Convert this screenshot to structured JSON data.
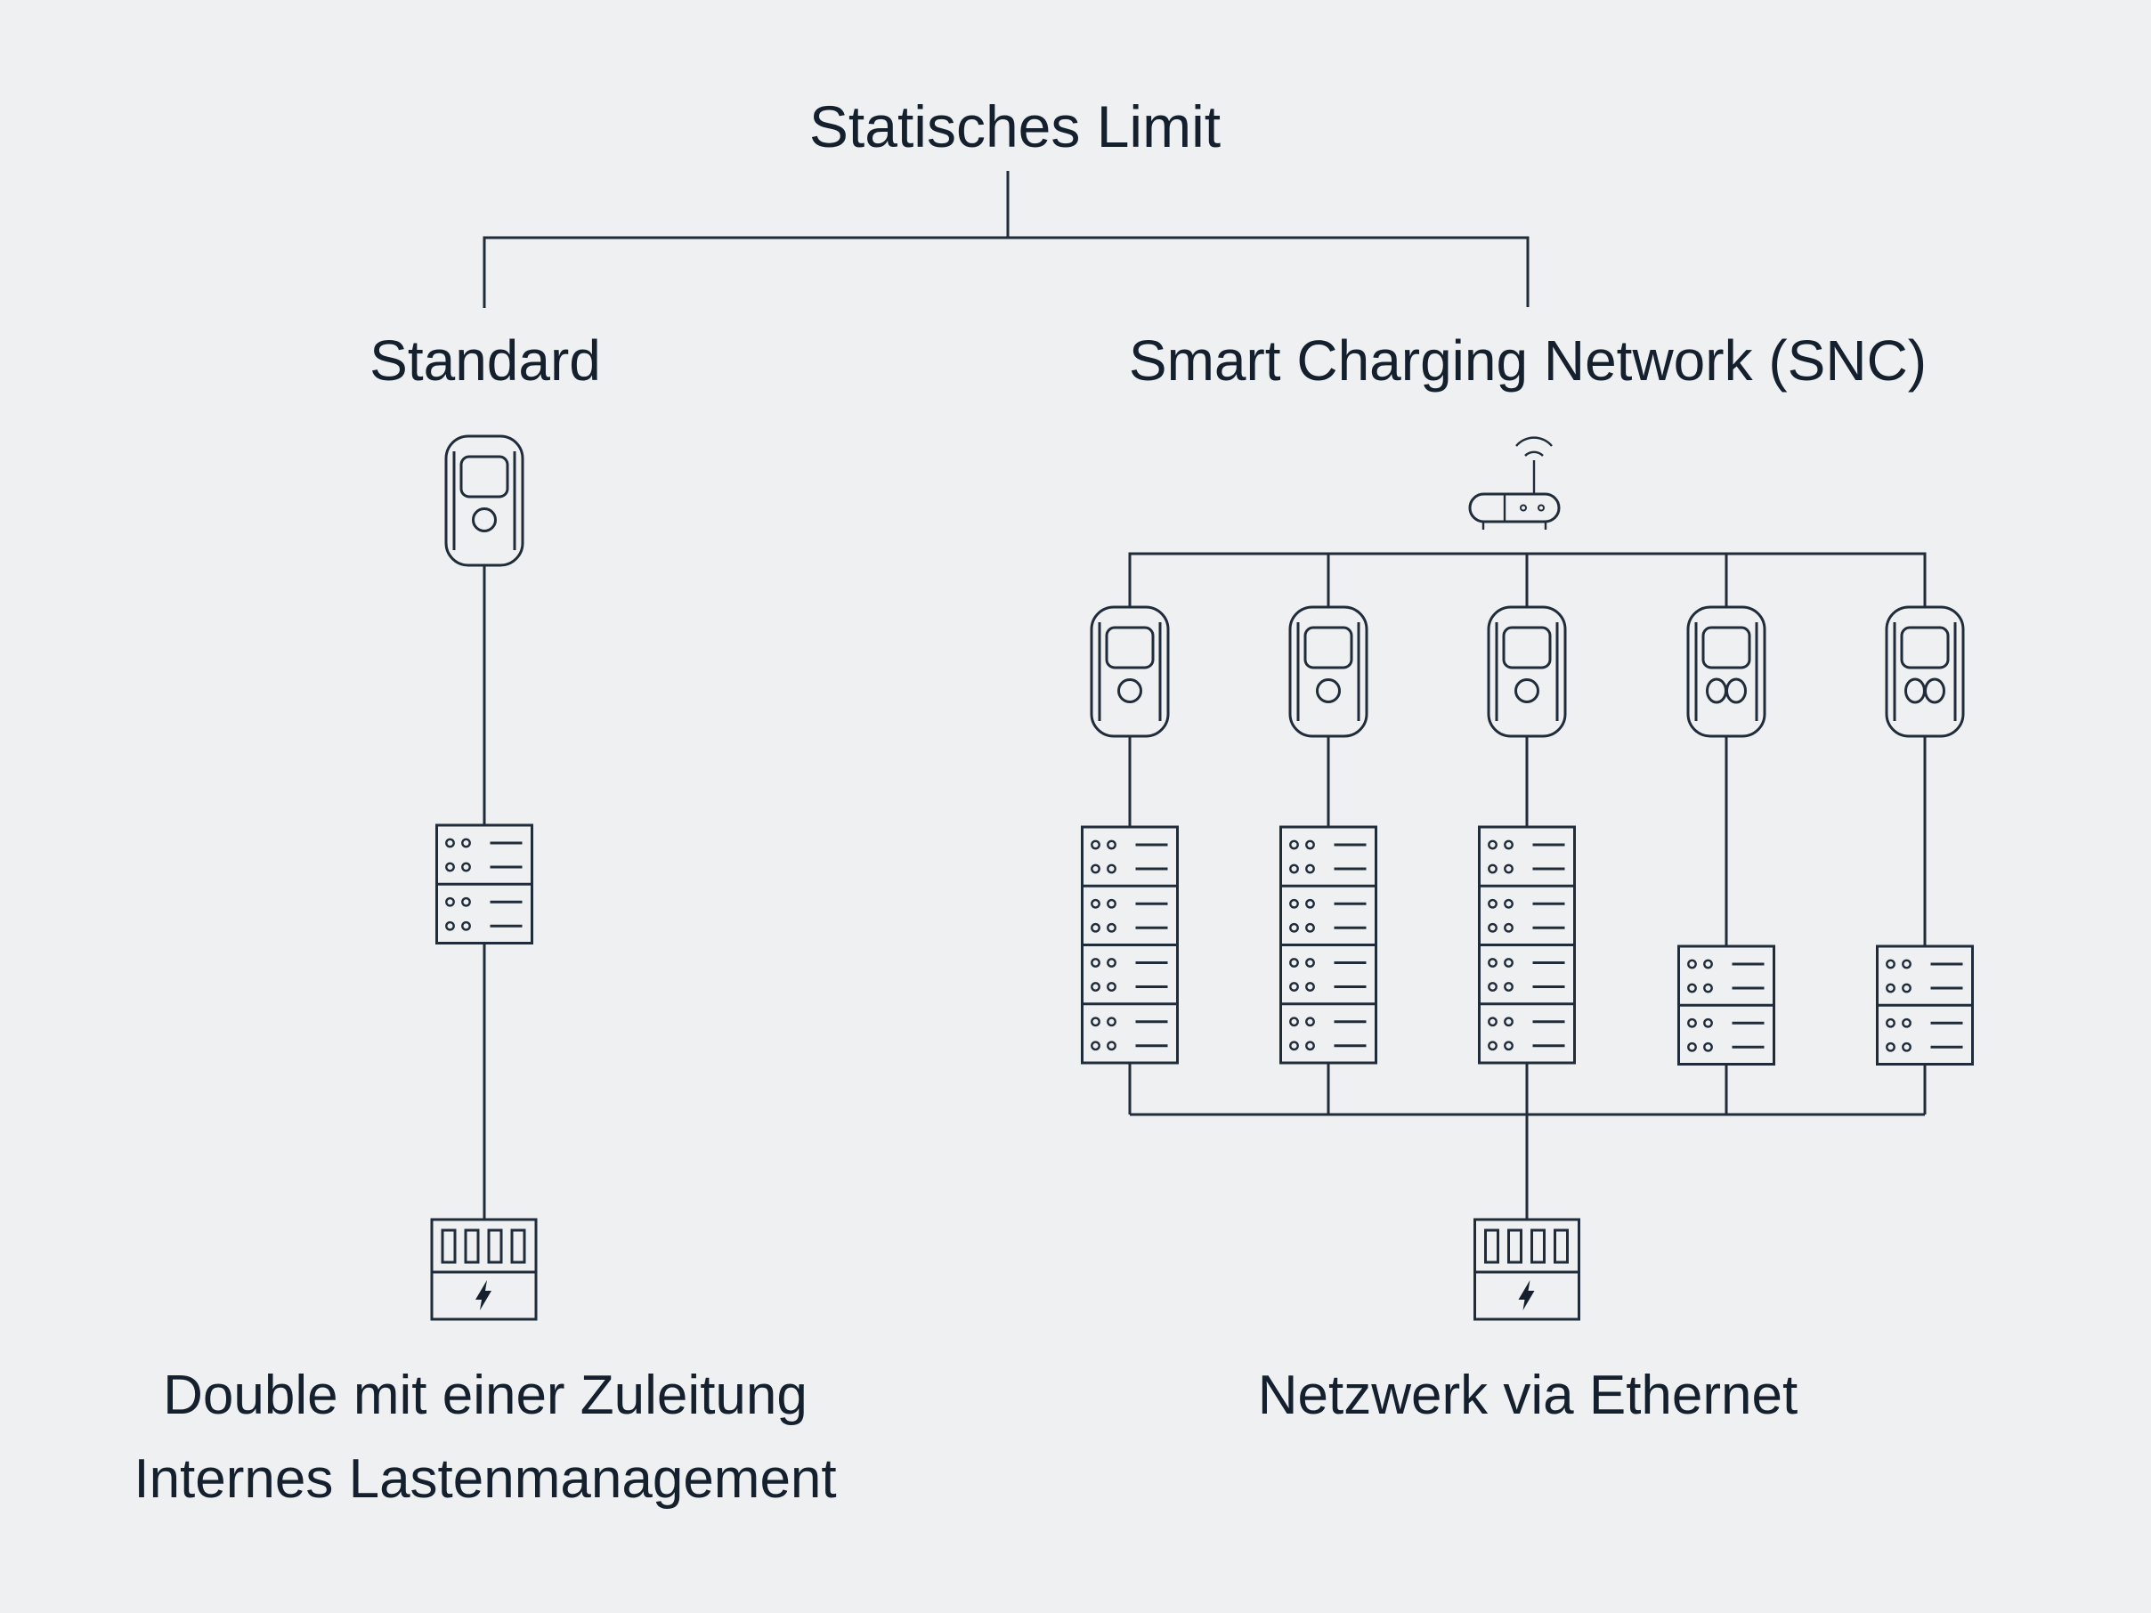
{
  "page": {
    "background_color": "#eef0f1",
    "line_color": "#202c3a",
    "text_color": "#15202e"
  },
  "diagram": {
    "title": "Statisches Limit",
    "branches": {
      "standard": {
        "label": "Standard",
        "caption": [
          "Double mit einer Zuleitung",
          "Internes Lastenmanagement"
        ],
        "wallbox_count": 1,
        "icons": {
          "wallbox": "wallbox-single-button-icon",
          "meter": "meter-distribution-box-icon",
          "grid": "grid-connection-lightning-icon"
        },
        "meter_sections": 2
      },
      "snc": {
        "label": "Smart Charging Network (SNC)",
        "caption": [
          "Netzwerk via Ethernet"
        ],
        "wallbox_count": 5,
        "wallbox_types": [
          "single-button",
          "single-button",
          "single-button",
          "double-button",
          "double-button"
        ],
        "icons": {
          "router": "wifi-router-icon",
          "wallbox_single": "wallbox-single-button-icon",
          "wallbox_double": "wallbox-double-button-icon",
          "meter_large": "meter-distribution-box-4-section-icon",
          "meter_small": "meter-distribution-box-2-section-icon",
          "grid": "grid-connection-lightning-icon"
        },
        "meter_sections_large": 4,
        "meter_sections_small": 2
      }
    }
  }
}
